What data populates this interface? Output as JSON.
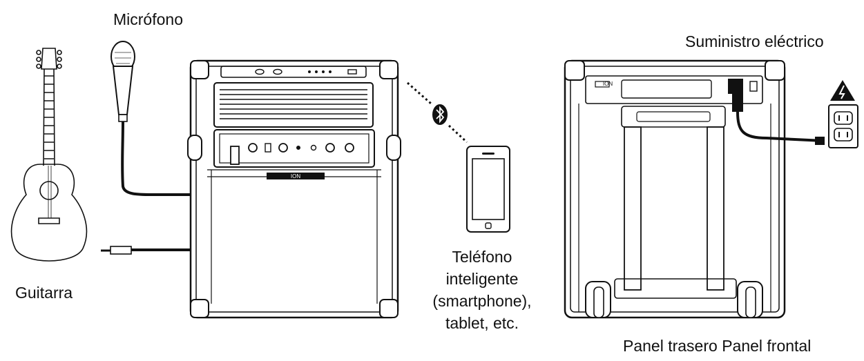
{
  "labels": {
    "microphone": "Micrófono",
    "guitar": "Guitarra",
    "power": "Suministro eléctrico",
    "phone_line1": "Teléfono",
    "phone_line2": "inteligente",
    "phone_line3": "(smartphone),",
    "phone_line4": "tablet, etc.",
    "panels": "Panel trasero Panel frontal"
  },
  "device": {
    "front_brand": "ION",
    "rear_brand": "ION"
  },
  "icons": {
    "bluetooth": "bluetooth-icon",
    "warning": "high-voltage-warning-icon",
    "outlet": "power-outlet-icon"
  }
}
